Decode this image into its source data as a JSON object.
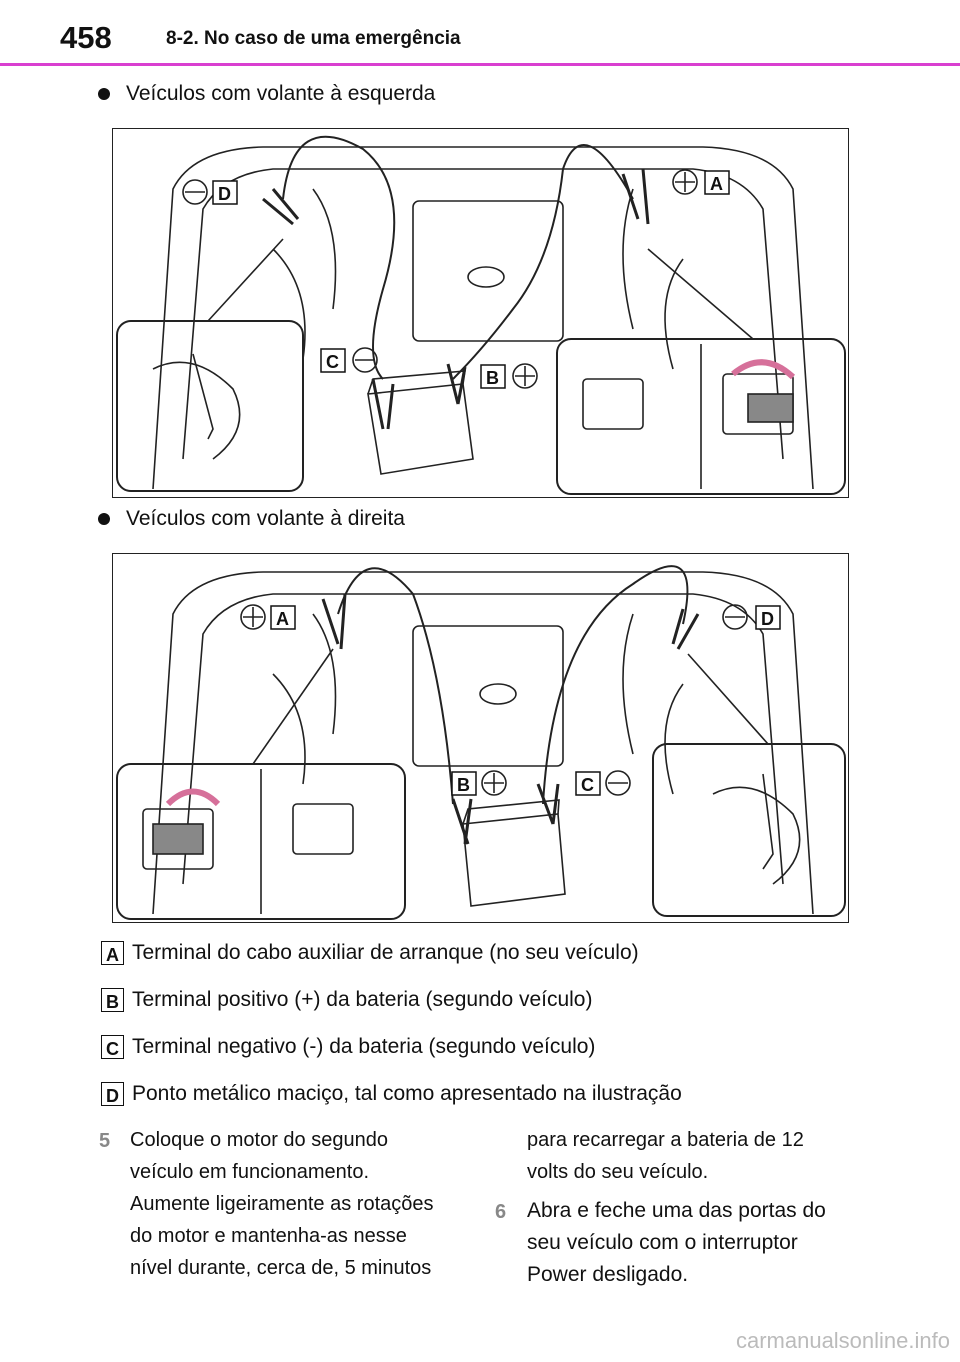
{
  "header": {
    "page_number": "458",
    "section_title": "8-2. No caso de uma emergência"
  },
  "sections": {
    "left_hand_drive": "Veículos com volante à esquerda",
    "right_hand_drive": "Veículos com volante à direita"
  },
  "figure_labels": {
    "a": "A",
    "b": "B",
    "c": "C",
    "d": "D"
  },
  "legend": [
    {
      "key": "A",
      "text": "Terminal do cabo auxiliar de arranque (no seu veículo)"
    },
    {
      "key": "B",
      "text": "Terminal positivo (+) da bateria (segundo veículo)"
    },
    {
      "key": "C",
      "text": "Terminal negativo (-) da bateria (segundo veículo)"
    },
    {
      "key": "D",
      "text": "Ponto metálico maciço, tal como apresentado na ilustração"
    }
  ],
  "steps": {
    "step5_number": "5",
    "step5_lines": [
      "Coloque o motor do segundo",
      "veículo em funcionamento.",
      "Aumente ligeiramente as rotações",
      "do motor e mantenha-as nesse",
      "nível durante, cerca de, 5 minutos"
    ],
    "step5_cont_lines": [
      "para recarregar a bateria de 12",
      "volts do seu veículo."
    ],
    "step6_number": "6",
    "step6_lines": [
      "Abra e feche uma das portas do",
      "seu veículo com o interruptor",
      "Power desligado."
    ]
  },
  "watermark": "carmanualsonline.info"
}
